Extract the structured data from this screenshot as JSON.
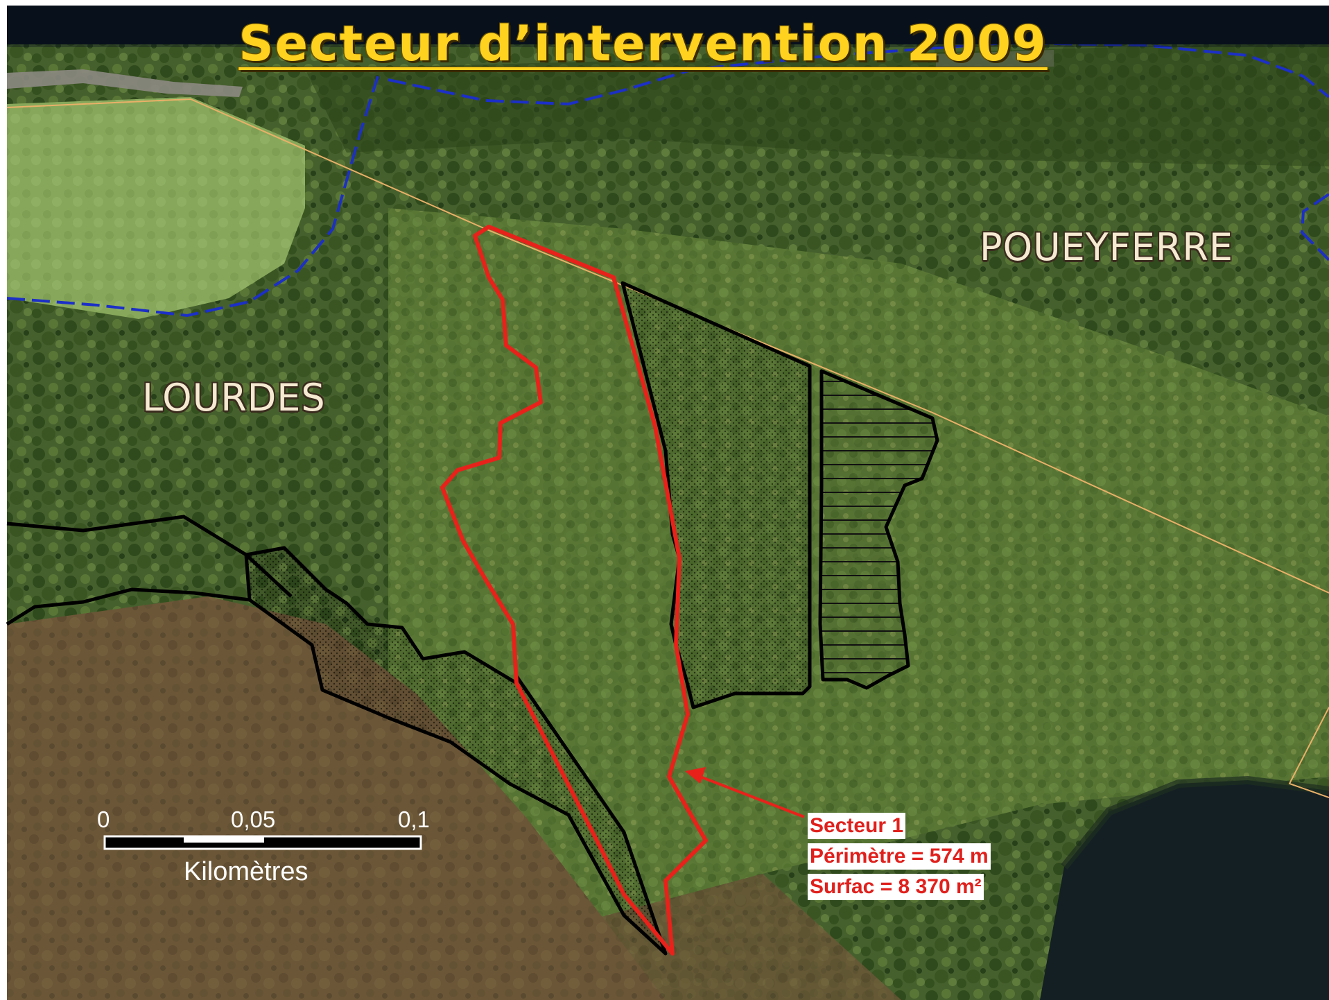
{
  "slide": {
    "title": "Secteur d’intervention 2009"
  },
  "map": {
    "labels": {
      "commune_west": "LOURDES",
      "commune_east": "POUEYFERRE"
    },
    "scale_bar": {
      "ticks": [
        "0",
        "0,05",
        "0,1"
      ],
      "unit_label": "Kilomètres"
    },
    "callout": {
      "line1": "Secteur 1",
      "line2": "Périmètre = 574 m",
      "line3": "Surfac = 8 370 m²"
    },
    "colors": {
      "sector_outline": "#e8221b",
      "parcel_outline": "#000000",
      "commune_boundary": "#1c2fc6",
      "cadastral_line": "#e9b068",
      "title_text": "#ffd21f",
      "title_band": "#08101c"
    }
  }
}
